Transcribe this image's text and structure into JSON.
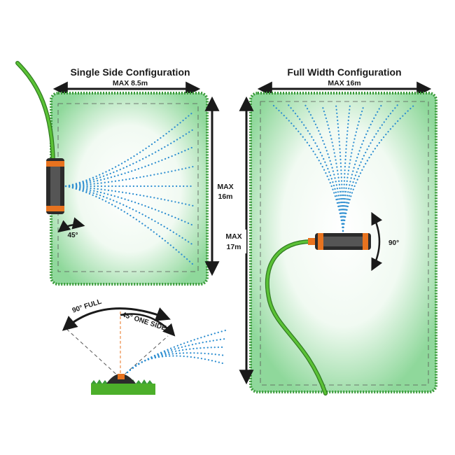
{
  "single_side": {
    "title": "Single Side Configuration",
    "width_label": "MAX 8.5m",
    "height_label_line1": "MAX",
    "height_label_line2": "16m",
    "angle_label": "45°"
  },
  "full_width": {
    "title": "Full Width Configuration",
    "width_label": "MAX 16m",
    "height_label_line1": "MAX",
    "height_label_line2": "17m",
    "angle_label": "90°"
  },
  "side_view": {
    "full_label": "90° FULL",
    "one_side_label": "45° ONE SIDE"
  },
  "colors": {
    "lawn_edge": "#3a9a3a",
    "lawn_glow": "#9fdfa8",
    "spray": "#2f8fd1",
    "hose": "#4caf2a",
    "sprinkler_body": "#2b2b2b",
    "accent": "#e8731f"
  }
}
